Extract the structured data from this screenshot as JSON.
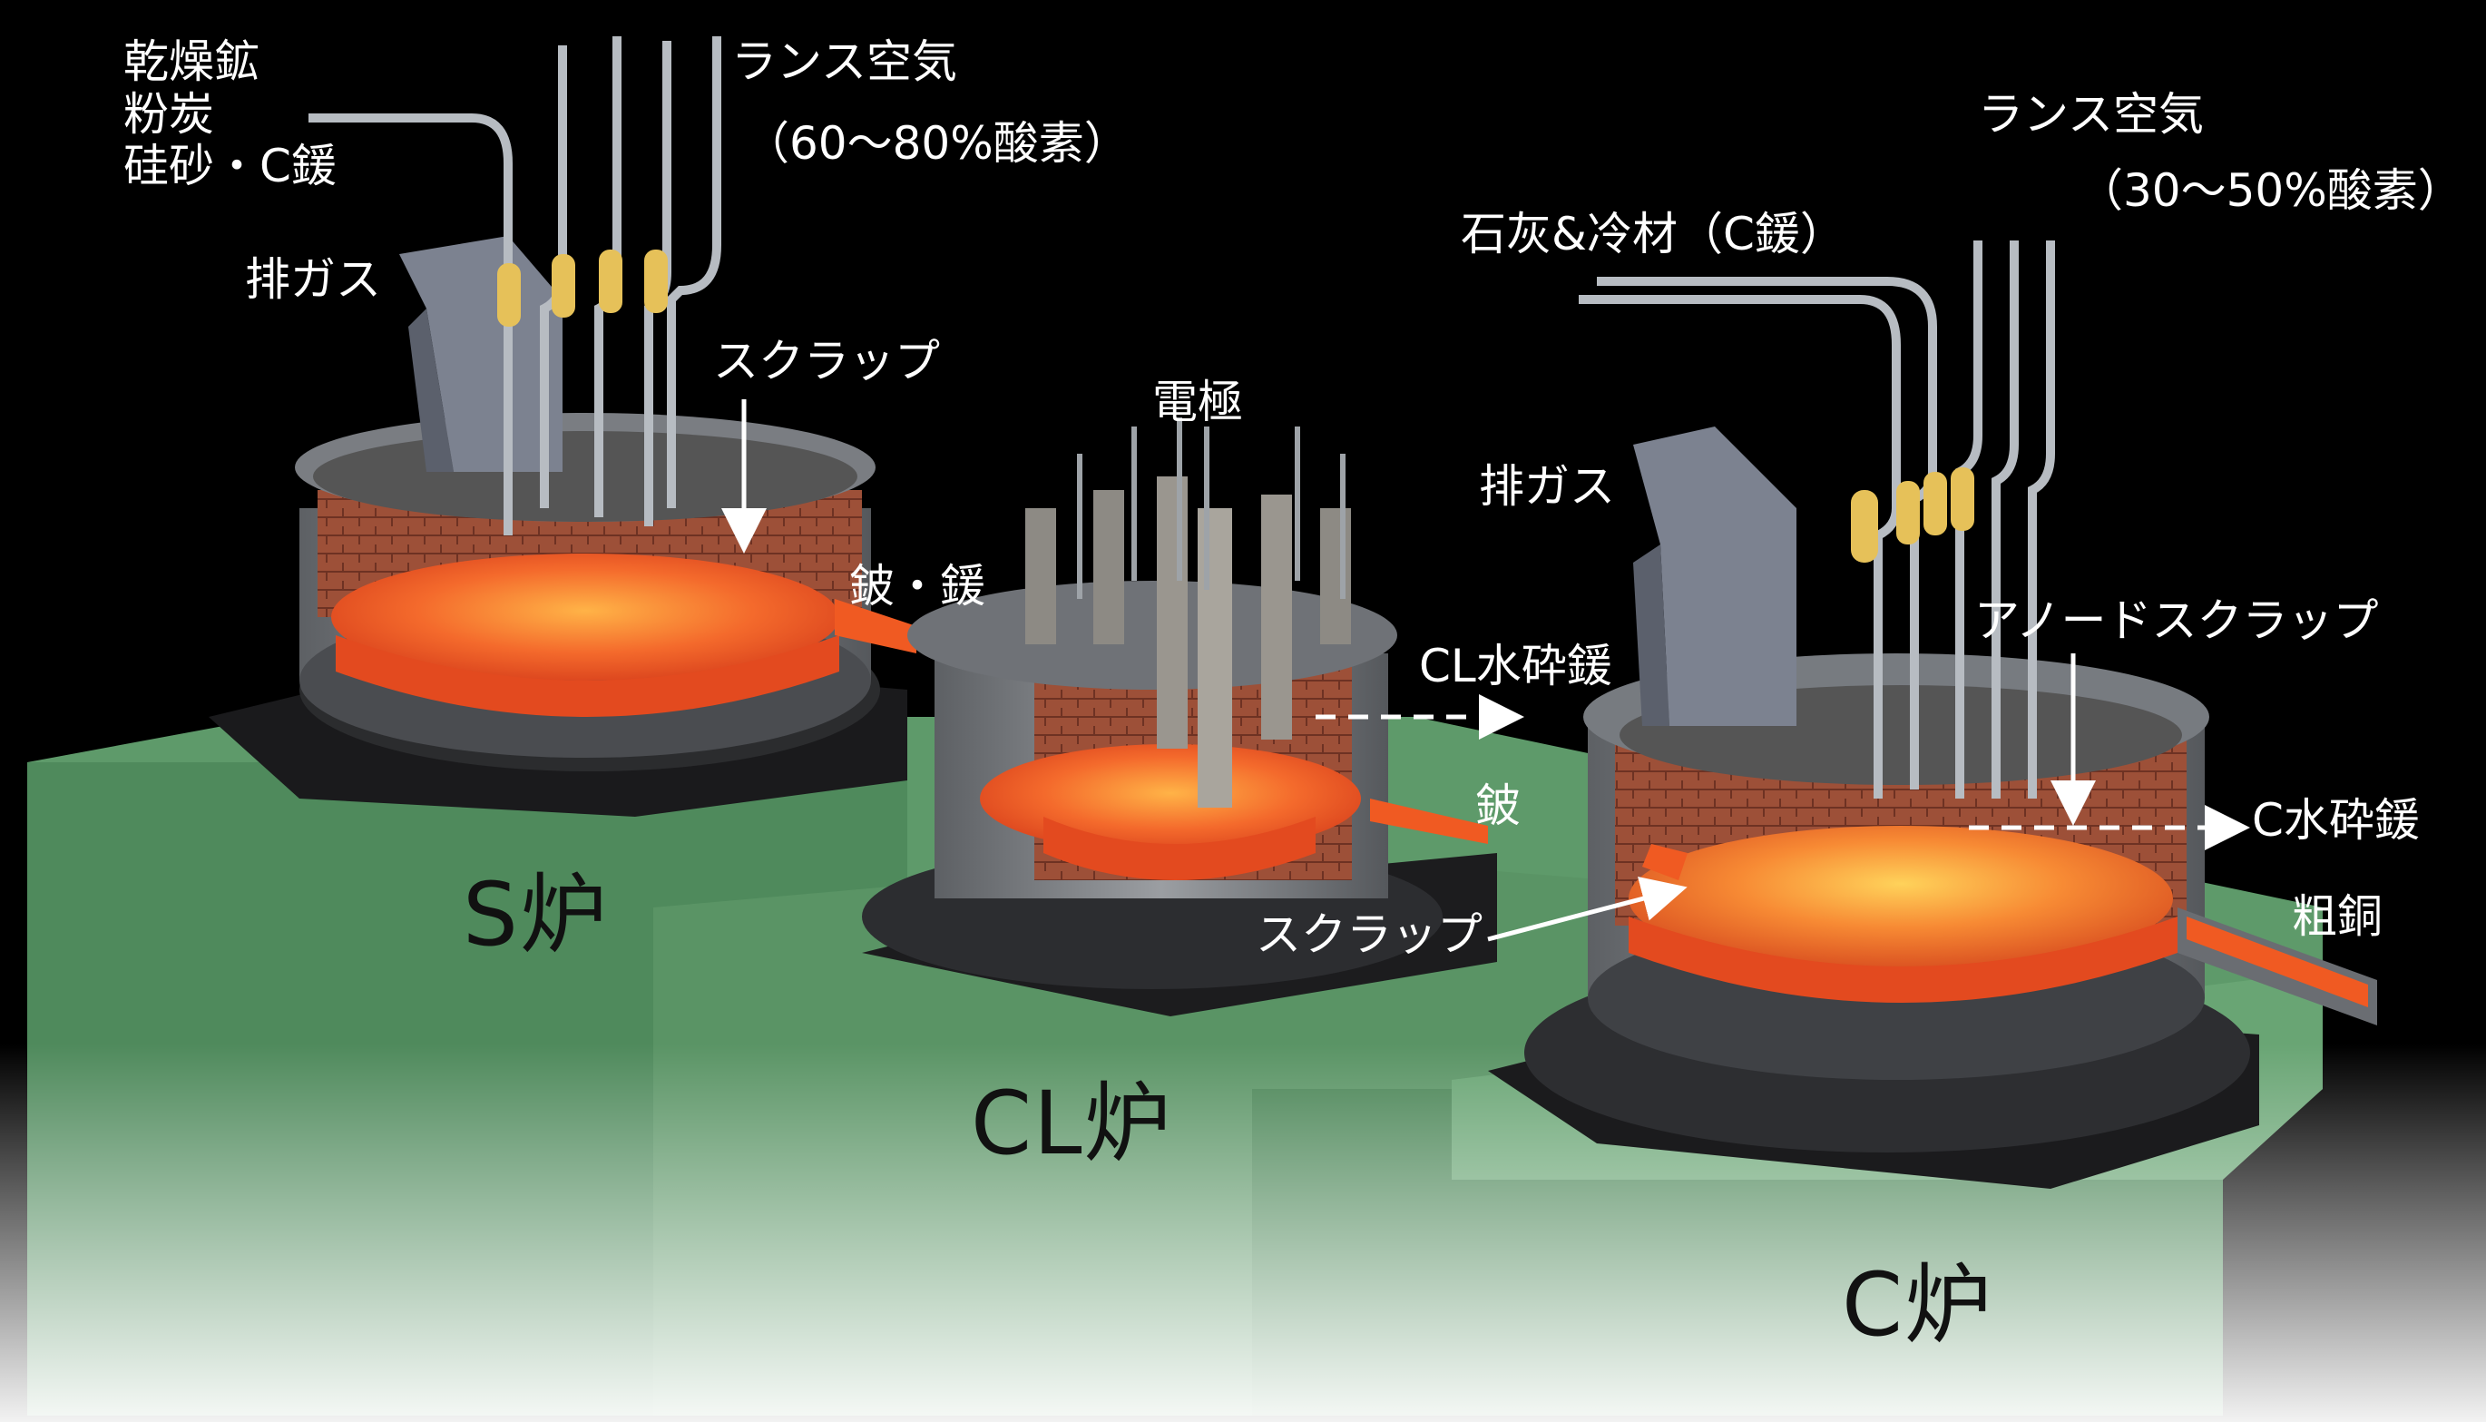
{
  "labels": {
    "feed_s": [
      "乾燥鉱",
      "粉炭",
      "硅砂・C鍰"
    ],
    "lance_air_s": "ランス空気",
    "oxygen_s": "（60〜80%酸素）",
    "exhaust_s": "排ガス",
    "scrap_s": "スクラップ",
    "matte_slag": "鈹・鍰",
    "electrodes": "電極",
    "cl_granulated_slag": "CL水砕鍰",
    "matte_cl": "鈹",
    "lime_coolant": "石灰&冷材（C鍰）",
    "lance_air_c": "ランス空気",
    "oxygen_c": "（30〜50%酸素）",
    "exhaust_c": "排ガス",
    "anode_scrap": "アノードスクラップ",
    "c_granulated_slag": "C水砕鍰",
    "blister_copper": "粗銅",
    "scrap_c": "スクラップ"
  },
  "furnaces": {
    "s": "S炉",
    "cl": "CL炉",
    "c": "C炉"
  },
  "colors": {
    "background": "#000000",
    "platform_top": "#6fa879",
    "platform_front": "#4f8a5c",
    "steel": "#8a8d91",
    "brick": "#9a4e37",
    "melt": "#f0622a",
    "melt_hot": "#ffb340",
    "nozzle": "#e8c15a"
  },
  "icons": [
    "white-arrow",
    "dashed-arrow",
    "lance-pipe",
    "electrode",
    "exhaust-duct"
  ]
}
